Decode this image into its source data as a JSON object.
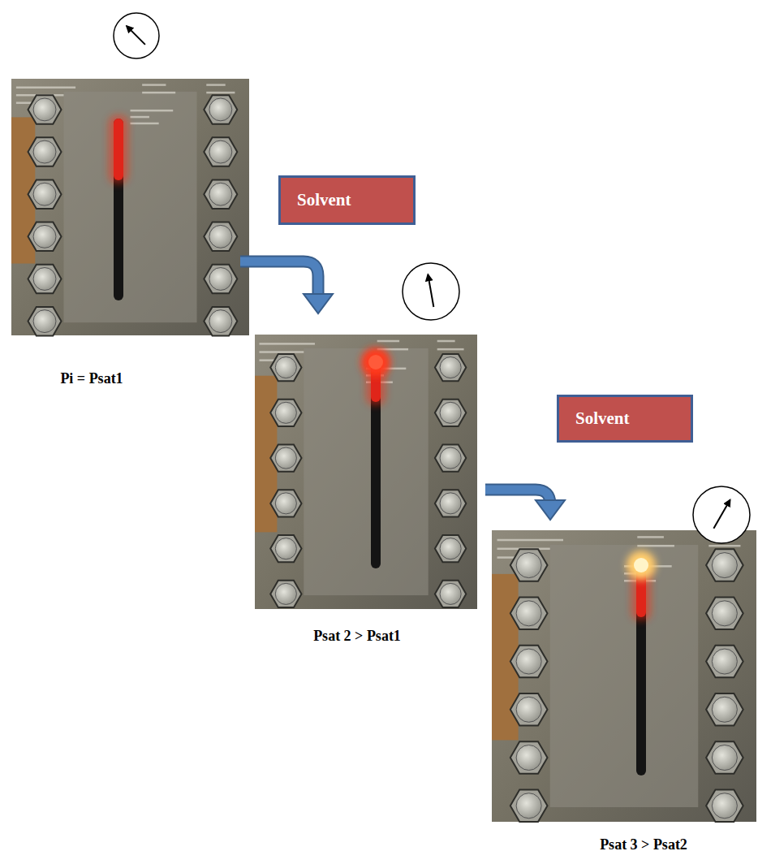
{
  "diagram": {
    "nodes": [
      {
        "text": [
          "Solvent"
        ]
      },
      {
        "text": [
          "Solvent"
        ]
      }
    ],
    "labels": [
      "Pi = Psat1",
      "Psat 2 > Psat1",
      "Psat 3 > Psat2"
    ]
  }
}
